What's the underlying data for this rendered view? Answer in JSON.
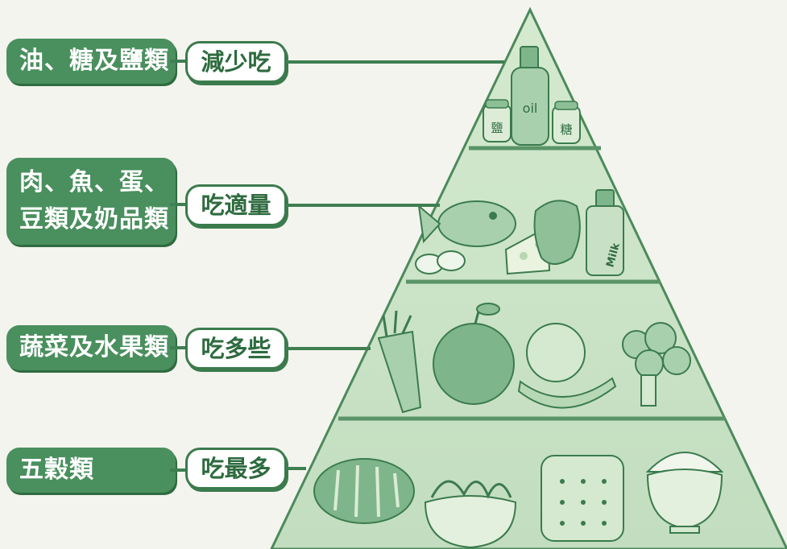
{
  "tiers": [
    {
      "group_lines": [
        "油、糖及鹽類"
      ],
      "advice": "減少吃"
    },
    {
      "group_lines": [
        "肉、魚、蛋、",
        "豆類及奶品類"
      ],
      "advice": "吃適量"
    },
    {
      "group_lines": [
        "蔬菜及水果類"
      ],
      "advice": "吃多些"
    },
    {
      "group_lines": [
        "五穀類"
      ],
      "advice": "吃最多"
    }
  ],
  "item_labels": {
    "oil": "oil",
    "salt": "鹽",
    "sugar": "糖",
    "milk": "Milk"
  },
  "colors": {
    "pyramid_fill": "#c9e2c6",
    "outline": "#3b7b4d",
    "label_box": "#4a8f5e",
    "background": "#f3f4ee"
  }
}
